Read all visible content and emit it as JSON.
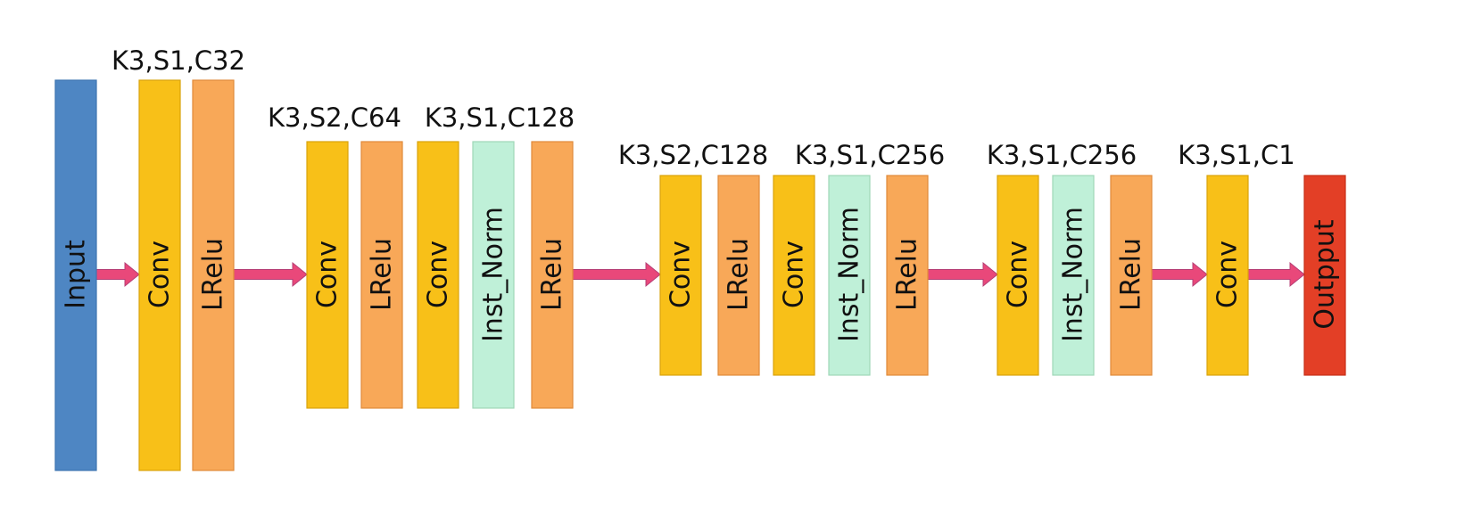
{
  "colors": {
    "input": "#4e86c3",
    "conv": "#f8c018",
    "lrelu": "#f8a858",
    "inst_norm": "#bff0d8",
    "output": "#e33f26",
    "arrow": "#e9487a",
    "text": "#111111"
  },
  "blocks": [
    {
      "id": "input",
      "text": "Input",
      "kind": "input"
    },
    {
      "id": "conv1",
      "text": "Conv",
      "kind": "conv"
    },
    {
      "id": "lrelu1",
      "text": "LRelu",
      "kind": "lrelu"
    },
    {
      "id": "conv2",
      "text": "Conv",
      "kind": "conv"
    },
    {
      "id": "lrelu2",
      "text": "LRelu",
      "kind": "lrelu"
    },
    {
      "id": "conv3",
      "text": "Conv",
      "kind": "conv"
    },
    {
      "id": "instnorm1",
      "text": "Inst_Norm",
      "kind": "inst_norm"
    },
    {
      "id": "lrelu3",
      "text": "LRelu",
      "kind": "lrelu"
    },
    {
      "id": "conv4",
      "text": "Conv",
      "kind": "conv"
    },
    {
      "id": "lrelu4",
      "text": "LRelu",
      "kind": "lrelu"
    },
    {
      "id": "conv5",
      "text": "Conv",
      "kind": "conv"
    },
    {
      "id": "instnorm2",
      "text": "Inst_Norm",
      "kind": "inst_norm"
    },
    {
      "id": "lrelu5",
      "text": "LRelu",
      "kind": "lrelu"
    },
    {
      "id": "conv6",
      "text": "Conv",
      "kind": "conv"
    },
    {
      "id": "instnorm3",
      "text": "Inst_Norm",
      "kind": "inst_norm"
    },
    {
      "id": "lrelu6",
      "text": "LRelu",
      "kind": "lrelu"
    },
    {
      "id": "conv7",
      "text": "Conv",
      "kind": "conv"
    },
    {
      "id": "output",
      "text": "Outpput",
      "kind": "output"
    }
  ],
  "layer_labels": [
    {
      "for": "conv1",
      "text": "K3,S1,C32"
    },
    {
      "for": "conv2",
      "text": "K3,S2,C64"
    },
    {
      "for": "conv3",
      "text": "K3,S1,C128"
    },
    {
      "for": "conv4",
      "text": "K3,S2,C128"
    },
    {
      "for": "conv5",
      "text": "K3,S1,C256"
    },
    {
      "for": "conv6",
      "text": "K3,S1,C256"
    },
    {
      "for": "conv7",
      "text": "K3,S1,C1"
    }
  ],
  "arrows": [
    {
      "from": "input",
      "to": "conv1"
    },
    {
      "from": "lrelu1",
      "to": "conv2"
    },
    {
      "from": "lrelu3",
      "to": "conv4"
    },
    {
      "from": "lrelu5",
      "to": "conv6"
    },
    {
      "from": "lrelu6",
      "to": "conv7"
    },
    {
      "from": "conv7",
      "to": "output"
    }
  ]
}
